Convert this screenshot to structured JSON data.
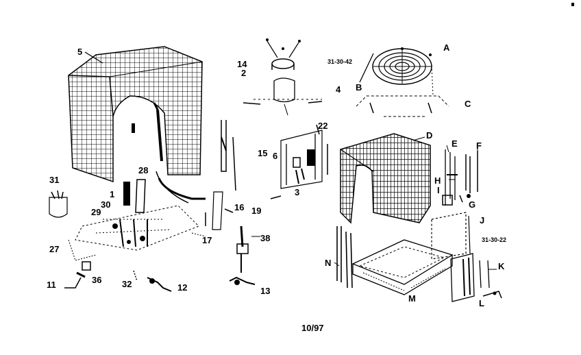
{
  "diagram": {
    "footer": "10/97",
    "labels": {
      "p5": "5",
      "p14": "14",
      "p2": "2",
      "p4": "4",
      "p3130_42": "31-30-42",
      "pA": "A",
      "pB": "B",
      "pC": "C",
      "p22": "22",
      "pD": "D",
      "pE": "E",
      "pF": "F",
      "p15": "15",
      "p6": "6",
      "p3": "3",
      "p28": "28",
      "p31": "31",
      "p1": "1",
      "p30": "30",
      "p29": "29",
      "p16": "16",
      "p19": "19",
      "pH": "H",
      "pI": "I",
      "pG": "G",
      "pJ": "J",
      "p3130_22": "31-30-22",
      "p27": "27",
      "p17": "17",
      "p38": "38",
      "pN": "N",
      "pK": "K",
      "p11": "11",
      "p36": "36",
      "p32": "32",
      "p12": "12",
      "p13": "13",
      "pM": "M",
      "pL": "L"
    }
  }
}
